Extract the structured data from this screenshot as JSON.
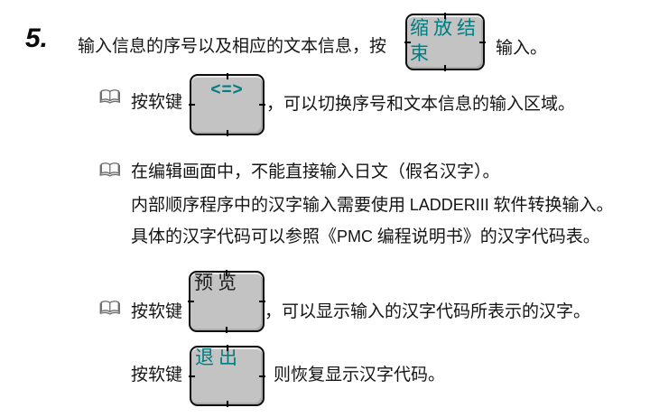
{
  "step": {
    "number": "5.",
    "text_before": "输入信息的序号以及相应的文本信息，按",
    "text_after": "输入。"
  },
  "softkeys": {
    "zoom_end": {
      "line1": "缩放结",
      "line2": "束"
    },
    "switch": {
      "label": "<=>"
    },
    "preview": {
      "label": "预览"
    },
    "exit": {
      "label": "退出"
    }
  },
  "notes": {
    "n1": {
      "press": "按软键",
      "after": "，可以切换序号和文本信息的输入区域。"
    },
    "n2": {
      "line1": "在编辑画面中，不能直接输入日文（假名汉字）。",
      "line2_pre": "内部顺序程序中的汉字输入需要使用 ",
      "line2_latin": "LADDERIII",
      "line2_post": " 软件转换输入。",
      "line3_pre": "具体的汉字代码可以参照《",
      "line3_latin": "PMC",
      "line3_post": " 编程说明书》的汉字代码表。"
    },
    "n3": {
      "press": "按软键",
      "after": "，可以显示输入的汉字代码所表示的汉字。"
    },
    "n4": {
      "press": "按软键",
      "after": "则恢复显示汉字代码。"
    }
  },
  "icons": {
    "note_marker": "open-book-icon"
  },
  "colors": {
    "softkey_text_teal": "#007d80",
    "softkey_preview_text": "#1a1a1a",
    "softkey_fill": "#c3c3c3",
    "softkey_border": "#0d0d0d",
    "page_background": "#ffffff"
  }
}
